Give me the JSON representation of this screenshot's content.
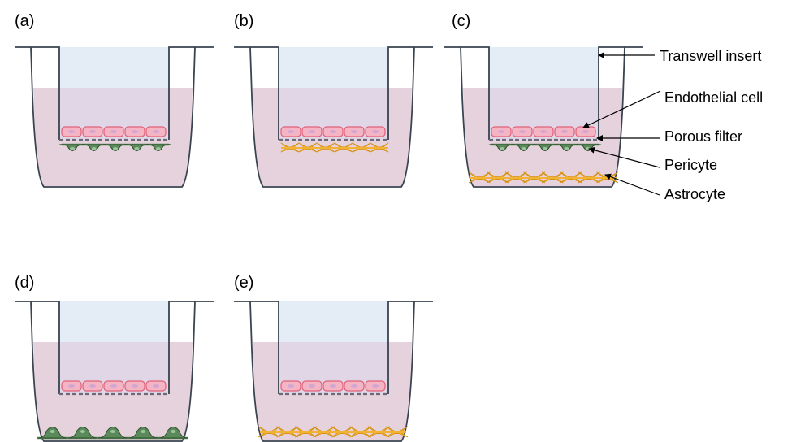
{
  "diagram": {
    "panels": [
      {
        "label": "(a)",
        "insert_bottom": "pericyte",
        "well_bottom": "none"
      },
      {
        "label": "(b)",
        "insert_bottom": "astrocyte",
        "well_bottom": "none"
      },
      {
        "label": "(c)",
        "insert_bottom": "pericyte",
        "well_bottom": "astrocyte"
      },
      {
        "label": "(d)",
        "insert_bottom": "none",
        "well_bottom": "pericyte"
      },
      {
        "label": "(e)",
        "insert_bottom": "none",
        "well_bottom": "astrocyte"
      }
    ],
    "callouts": [
      {
        "key": "transwell",
        "label": "Transwell insert"
      },
      {
        "key": "endothelial",
        "label": "Endothelial cell"
      },
      {
        "key": "filter",
        "label": "Porous filter"
      },
      {
        "key": "pericyte",
        "label": "Pericyte"
      },
      {
        "key": "astrocyte",
        "label": "Astrocyte"
      }
    ],
    "colors": {
      "medium_pink": "#e6d2dc",
      "insert_blue": "#dbe6f3",
      "outline": "#3a4350",
      "endothelial_fill": "#f4b4c4",
      "endothelial_edge": "#e0607a",
      "filter_dash": "#6a6a78",
      "pericyte_fill": "#5a8a5a",
      "pericyte_edge": "#2f4f2f",
      "astrocyte_fill": "#f2b233",
      "astrocyte_edge": "#d48f10"
    }
  }
}
